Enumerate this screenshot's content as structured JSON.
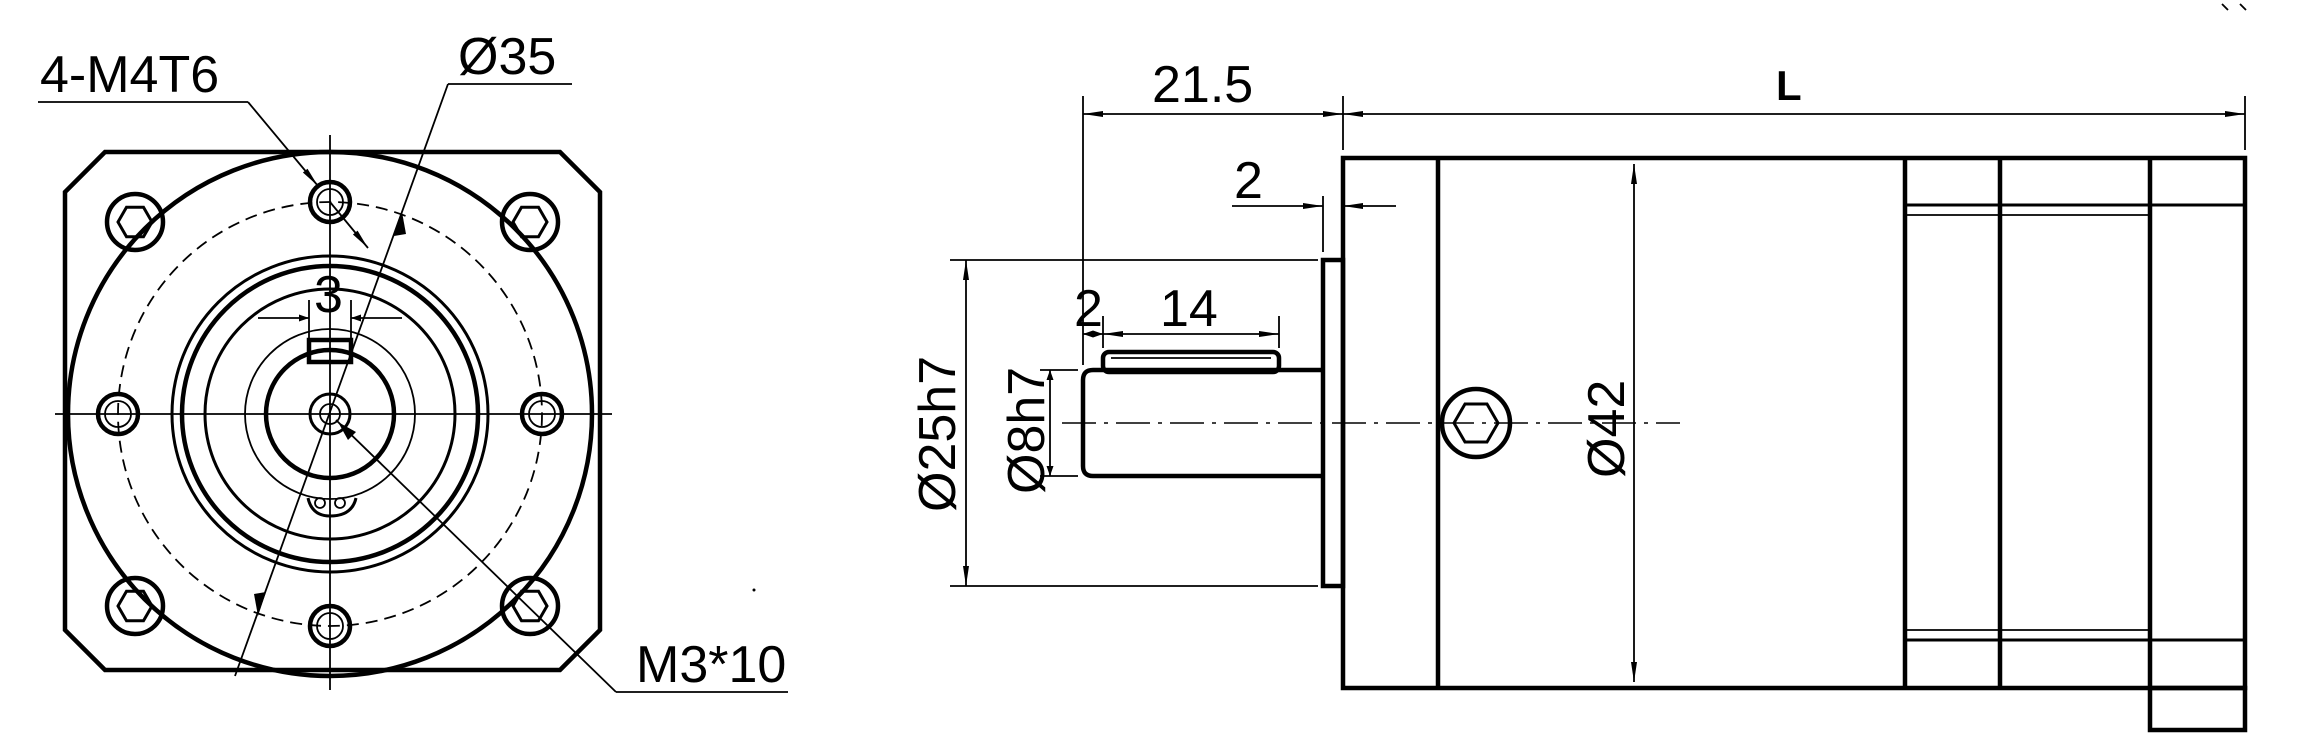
{
  "front_view": {
    "label_holes": "4-M4T6",
    "label_pcd": "Ø35",
    "label_key_width": "3",
    "label_center_thread": "M3*10"
  },
  "side_view": {
    "label_flange_len": "21.5",
    "label_total_len": "L",
    "label_pilot_len": "2",
    "label_key_offset": "2",
    "label_key_len": "14",
    "label_pilot_dia": "Ø25h7",
    "label_shaft_dia": "Ø8h7",
    "label_body_dia": "Ø42"
  }
}
